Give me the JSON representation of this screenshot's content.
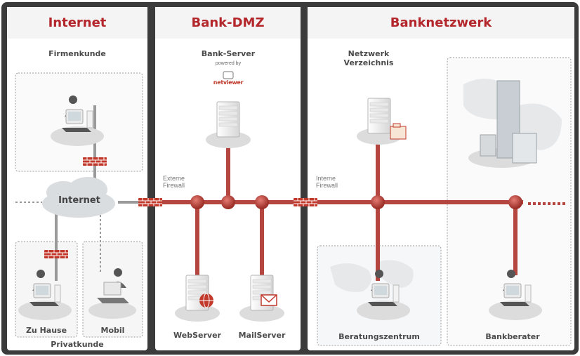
{
  "zones": {
    "internet": {
      "title": "Internet"
    },
    "dmz": {
      "title": "Bank-DMZ"
    },
    "bank": {
      "title": "Banknetzwerk"
    }
  },
  "labels": {
    "firmenkunde": "Firmenkunde",
    "internet_cloud": "Internet",
    "zu_hause": "Zu Hause",
    "mobil": "Mobil",
    "privatkunde": "Privatkunde",
    "bank_server": "Bank-Server",
    "powered_by": "powered by",
    "logo": "netviewer",
    "externe_firewall_1": "Externe",
    "externe_firewall_2": "Firewall",
    "webserver": "WebServer",
    "mailserver": "MailServer",
    "netzwerk_verzeichnis_1": "Netzwerk",
    "netzwerk_verzeichnis_2": "Verzeichnis",
    "interne_firewall_1": "Interne",
    "interne_firewall_2": "Firewall",
    "beratungszentrum": "Beratungszentrum",
    "bankberater": "Bankberater"
  },
  "colors": {
    "accent": "#b3272c",
    "line": "#b5453f",
    "frame": "#3a3a3a",
    "panel": "#ffffff",
    "dashed_border": "#9a9a9a",
    "cloud": "#d9dde0"
  },
  "icons": {
    "firewall": "brick-wall-icon",
    "computer": "desktop-user-icon",
    "laptop": "laptop-user-icon",
    "server": "server-tower-icon",
    "globe": "globe-icon",
    "mail": "envelope-icon",
    "cloud": "cloud-icon",
    "buildings": "office-buildings-icon",
    "directory": "folder-icon"
  }
}
